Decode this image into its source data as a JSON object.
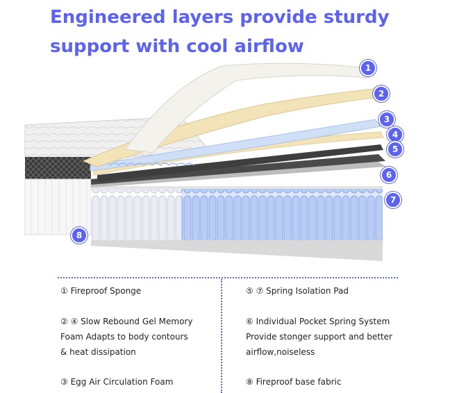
{
  "headline": {
    "line1": "Engineered layers provide sturdy",
    "line2": "support with cool airflow"
  },
  "badges": [
    "1",
    "2",
    "3",
    "4",
    "5",
    "6",
    "7",
    "8"
  ],
  "legend": {
    "left": [
      [
        "① Fireproof Sponge"
      ],
      [
        "② ④ Slow Rebound Gel Memory",
        "Foam Adapts to body contours",
        "& heat dissipation"
      ],
      [
        "③ Egg Air Circulation Foam"
      ]
    ],
    "right": [
      [
        "⑤ ⑦ Spring Isolation Pad"
      ],
      [
        "⑥ Individual Pocket Spring System",
        "Provide stonger support and better",
        "airflow,noiseless"
      ],
      [
        "⑧ Fireproof base fabric"
      ]
    ]
  },
  "colors": {
    "accent": "#5b63f0",
    "foam_white": "#f4f2ec",
    "foam_cream": "#f3e3b8",
    "gel_blue": "#cfe0f6",
    "spring_blue": "#b9cdf4",
    "quilt_gray": "#e6e6e6",
    "band_dark": "#3a3a3a"
  }
}
